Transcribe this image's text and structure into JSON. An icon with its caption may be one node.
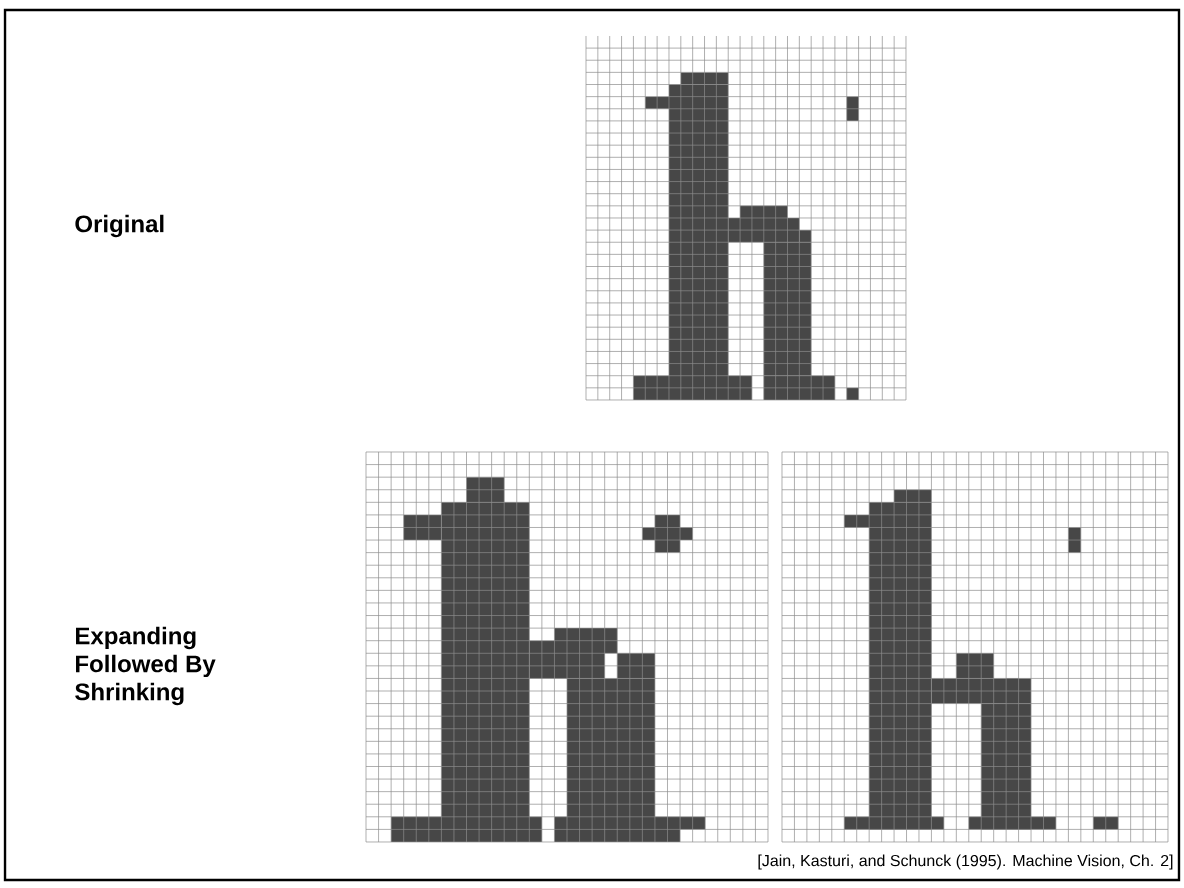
{
  "diagram": {
    "labels": [
      "Original",
      "Expanding Followed By Shrinking",
      "[Jain, Kasturi, and Schunck (1995). Machine Vision, Ch. 2]"
    ]
  }
}
